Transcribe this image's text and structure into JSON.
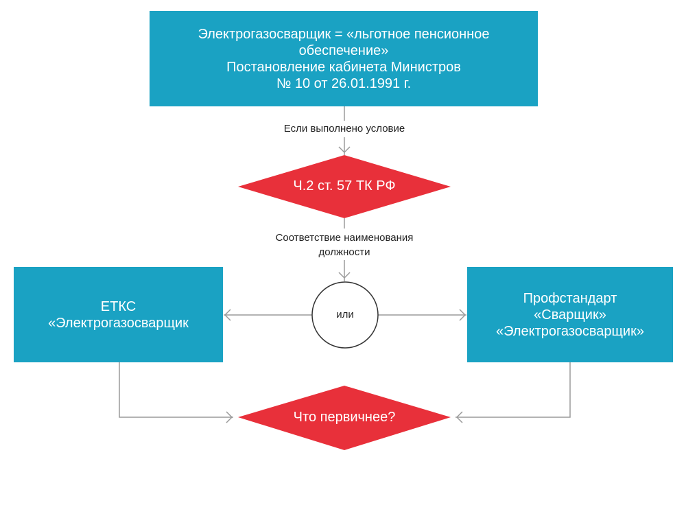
{
  "colors": {
    "box": "#1aa2c3",
    "diamond": "#e8303a",
    "line": "#9a9a9a",
    "text_dark": "#222222"
  },
  "top_box": {
    "lines": [
      "Электрогазосварщик = «льготное пенсионное",
      "обеспечение»",
      "Постановление кабинета Министров",
      "№ 10 от 26.01.1991 г."
    ]
  },
  "edge_condition": "Если выполнено условие",
  "diamond_top": "Ч.2 ст. 57 ТК РФ",
  "edge_match": [
    "Соответствие наименования",
    "должности"
  ],
  "circle_or": "или",
  "left_box": {
    "lines": [
      "ЕТКС",
      "«Электрогазосварщик"
    ]
  },
  "right_box": {
    "lines": [
      "Профстандарт",
      "«Сварщик»",
      "«Электрогазосварщик»"
    ]
  },
  "diamond_bottom": "Что первичнее?"
}
